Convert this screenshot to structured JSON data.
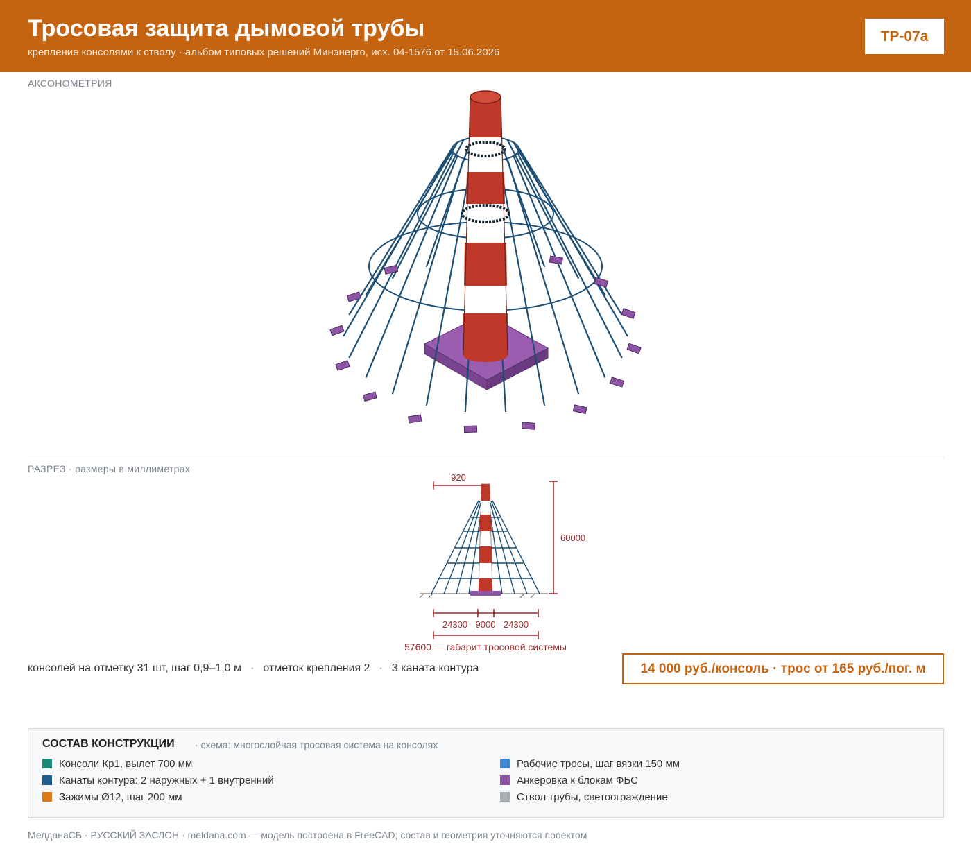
{
  "header": {
    "title": "Тросовая защита дымовой трубы",
    "subtitle": "крепление консолями к стволу · альбом типовых решений Минэнерго, исх. 04-1576 от 15.06.2026",
    "code": "ТР-07а"
  },
  "axonometry": {
    "label": "АКСОНОМЕТРИЯ"
  },
  "section": {
    "label": "РАЗРЕЗ · размеры в миллиметрах",
    "dims": {
      "top_width": "920",
      "height": "60000",
      "left_span": "24300",
      "center_span": "9000",
      "right_span": "24300",
      "overall": "57600 — габарит тросовой системы"
    }
  },
  "stats": {
    "consoles": "консолей на отметку 31 шт, шаг 0,9–1,0 м",
    "levels": "отметок крепления 2",
    "cables": "3 каната контура"
  },
  "price": "14 000 руб./консоль · трос от 165 руб./пог. м",
  "legend": {
    "title": "СОСТАВ КОНСТРУКЦИИ",
    "subtitle": "· схема: многослойная тросовая система на консолях",
    "items": [
      {
        "label": "Консоли Кр1, вылет 700 мм",
        "color": "#1a8a7a"
      },
      {
        "label": "Канаты контура: 2 наружных + 1 внутренний",
        "color": "#1f5d8c"
      },
      {
        "label": "Зажимы Ø12, шаг 200 мм",
        "color": "#d97b16"
      },
      {
        "label": "Рабочие тросы, шаг вязки 150 мм",
        "color": "#3d87d4"
      },
      {
        "label": "Анкеровка к блокам ФБС",
        "color": "#8e55a6"
      },
      {
        "label": "Ствол трубы, светоограждение",
        "color": "#a5abb0"
      }
    ]
  },
  "footer": "МелданаСБ · РУССКИЙ ЗАСЛОН · meldana.com — модель построена в FreeCAD; состав и геометрия уточняются проектом"
}
